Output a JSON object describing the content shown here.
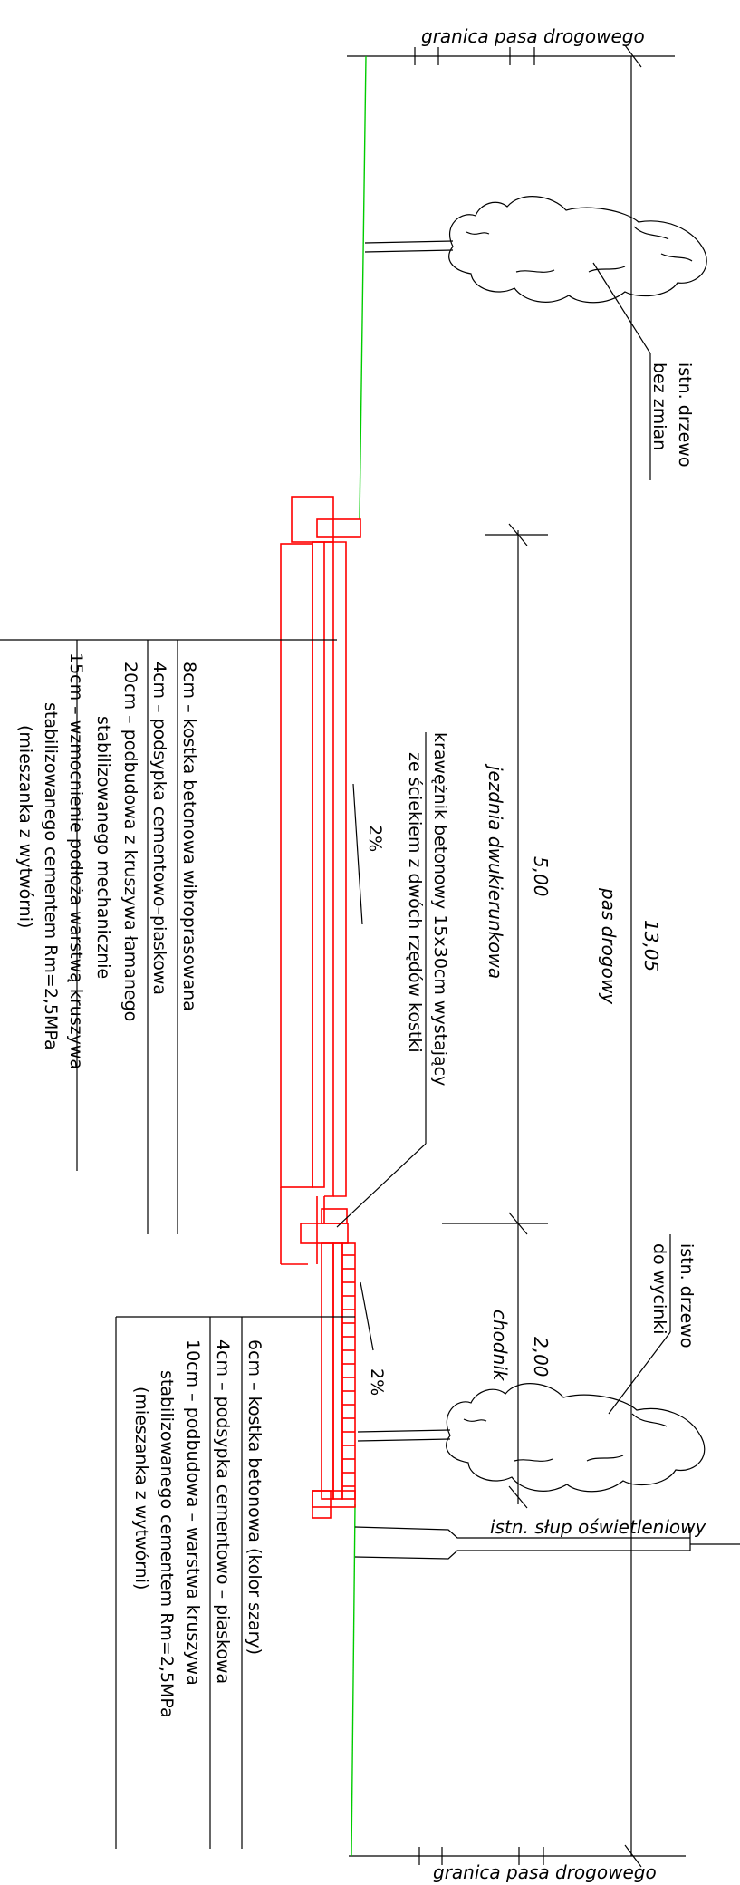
{
  "labels": {
    "boundary": "granica pasa drogowego",
    "tree_existing": "istn. drzewo",
    "tree_unchanged": "bez zmian",
    "tree_remove": "do wycinki",
    "total_width": "13,05",
    "road_strip": "pas drogowy",
    "carriageway_width": "5,00",
    "carriageway": "jezdnia dwukierunkowa",
    "sidewalk_width": "2,00",
    "sidewalk": "chodnik",
    "lamp_post": "istn. słup oświetleniowy",
    "slope_road": "2%",
    "slope_walk": "2%",
    "curb_line1": "krawężnik betonowy 15x30cm wystający",
    "curb_line2": "ze ściekiem z dwóch rzędów kostki"
  },
  "road_layers": [
    "8cm – kostka betonowa wibroprasowana",
    "4cm – podsypka cementowo–piaskowa",
    "20cm – podbudowa z kruszywa łamanego",
    "stabilizowanego mechanicznie",
    "15cm – wzmocnienie podłoża warstwą kruszywa",
    "stabilizowanego cementem Rm=2,5MPa",
    "(mieszanka z wytwórni)"
  ],
  "walk_layers": [
    "6cm – kostka betonowa (kolor szary)",
    "4cm – podsypka cementowo – piaskowa",
    "10cm – podbudowa – warstwa kruszywa",
    "stabilizowanego cementem Rm=2,5MPa",
    "(mieszanka z wytwórni)"
  ],
  "colors": {
    "pavement": "#ff0000",
    "ground": "#00cc00",
    "lines": "#000000"
  }
}
